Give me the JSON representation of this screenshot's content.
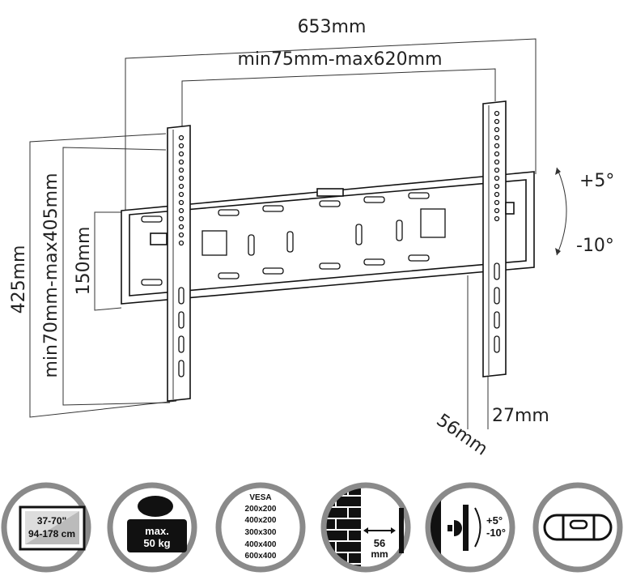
{
  "dimensions": {
    "overall_width": "653mm",
    "vesa_width_range": "min75mm-max620mm",
    "overall_height": "425mm",
    "vesa_height_range": "min70mm-max405mm",
    "plate_height": "150mm",
    "tilt_up": "+5°",
    "tilt_down": "-10°",
    "wall_distance": "56mm",
    "min_depth": "27mm"
  },
  "feature_icons": {
    "screen_size": {
      "inches": "37-70\"",
      "cm": "94-178 cm"
    },
    "max_load": {
      "line1": "max.",
      "line2": "50 kg"
    },
    "vesa": {
      "title": "VESA",
      "patterns": [
        "200x200",
        "400x200",
        "300x300",
        "400x400",
        "600x400"
      ]
    },
    "wall_distance": {
      "value": "56",
      "unit": "mm"
    },
    "tilt": {
      "up": "+5°",
      "down": "-10°"
    },
    "level": {}
  },
  "colors": {
    "ring": "#8a8a8a",
    "line": "#111111"
  }
}
